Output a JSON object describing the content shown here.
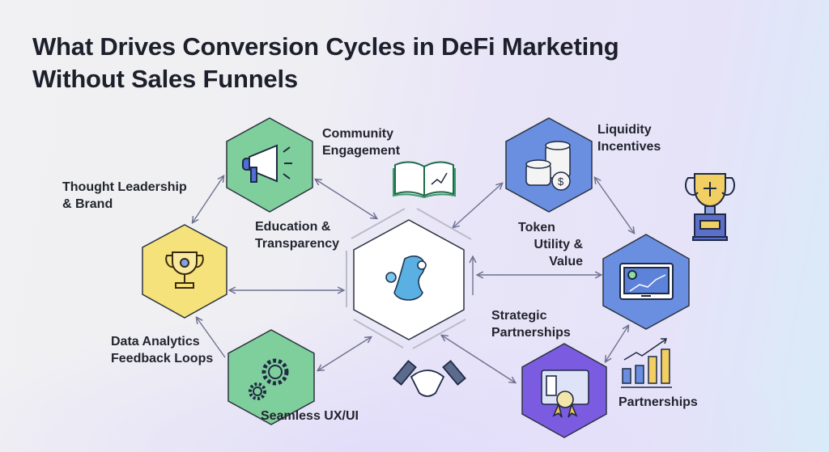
{
  "title": {
    "line1": "What Drives Conversion Cycles in DeFi Marketing",
    "line2": "Without Sales Funnels"
  },
  "labels": {
    "community": {
      "line1": "Community",
      "line2": "Engagement"
    },
    "thought": {
      "line1": "Thought Leadership",
      "line2": "& Brand"
    },
    "education": {
      "line1": "Education &",
      "line2": "Transparency"
    },
    "data": {
      "line1": "Data Analytics",
      "line2": "Feedback Loops"
    },
    "seamless": "Seamless UX/UI",
    "liquidity": {
      "line1": "Liquidity",
      "line2": "Incentives"
    },
    "token": {
      "line1": "Token",
      "line2": "Utility &",
      "line3": "Value"
    },
    "strategic": {
      "line1": "Strategic",
      "line2": "Partnerships"
    },
    "partnerships": "Partnerships"
  },
  "colors": {
    "green": "#7fcf9c",
    "yellow": "#f6e27a",
    "blue": "#6a8ee0",
    "purple": "#7b5ce0",
    "center": "#ffffff",
    "stroke": "#2c3440",
    "arrow": "#6e7290"
  }
}
